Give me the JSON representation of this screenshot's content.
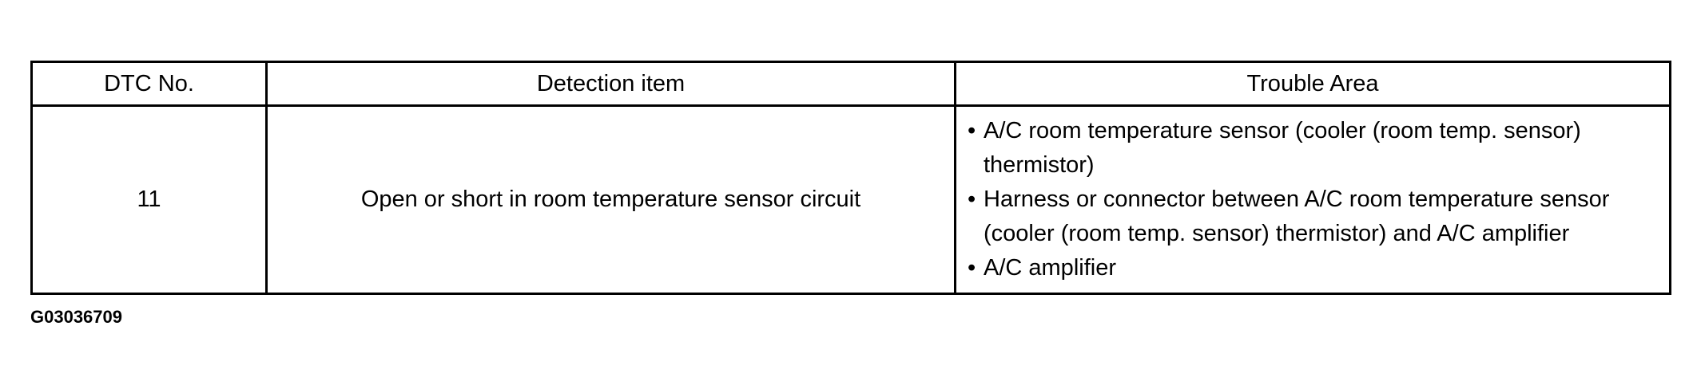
{
  "table": {
    "headers": {
      "dtc_no": "DTC No.",
      "detection_item": "Detection item",
      "trouble_area": "Trouble Area"
    },
    "rows": [
      {
        "dtc_no": "11",
        "detection_item": "Open or short in room temperature sensor circuit",
        "trouble_areas": [
          "A/C room temperature sensor (cooler (room temp. sensor) thermistor)",
          "Harness or connector between A/C room temperature sensor (cooler (room temp. sensor) thermistor) and A/C amplifier",
          "A/C amplifier"
        ]
      }
    ]
  },
  "bullet_glyph": "•",
  "figure_code": "G03036709"
}
